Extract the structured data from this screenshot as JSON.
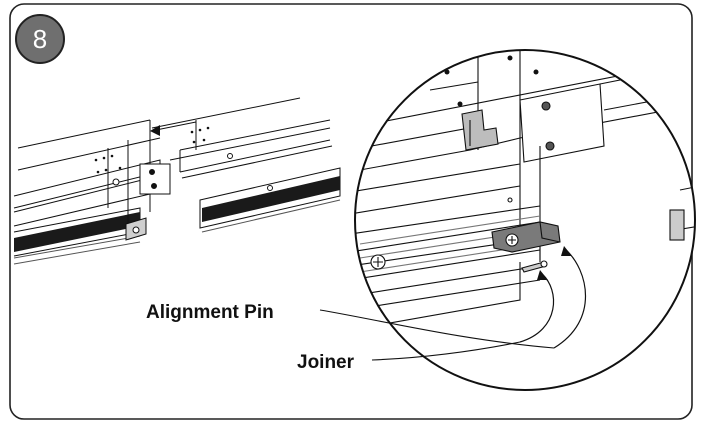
{
  "step": {
    "number": "8"
  },
  "callouts": {
    "alignment_pin": "Alignment Pin",
    "joiner": "Joiner"
  },
  "colors": {
    "frame_border": "#222222",
    "badge_fill": "#6f6f6f",
    "line": "#111111",
    "part_gray": "#9a9a9a"
  }
}
